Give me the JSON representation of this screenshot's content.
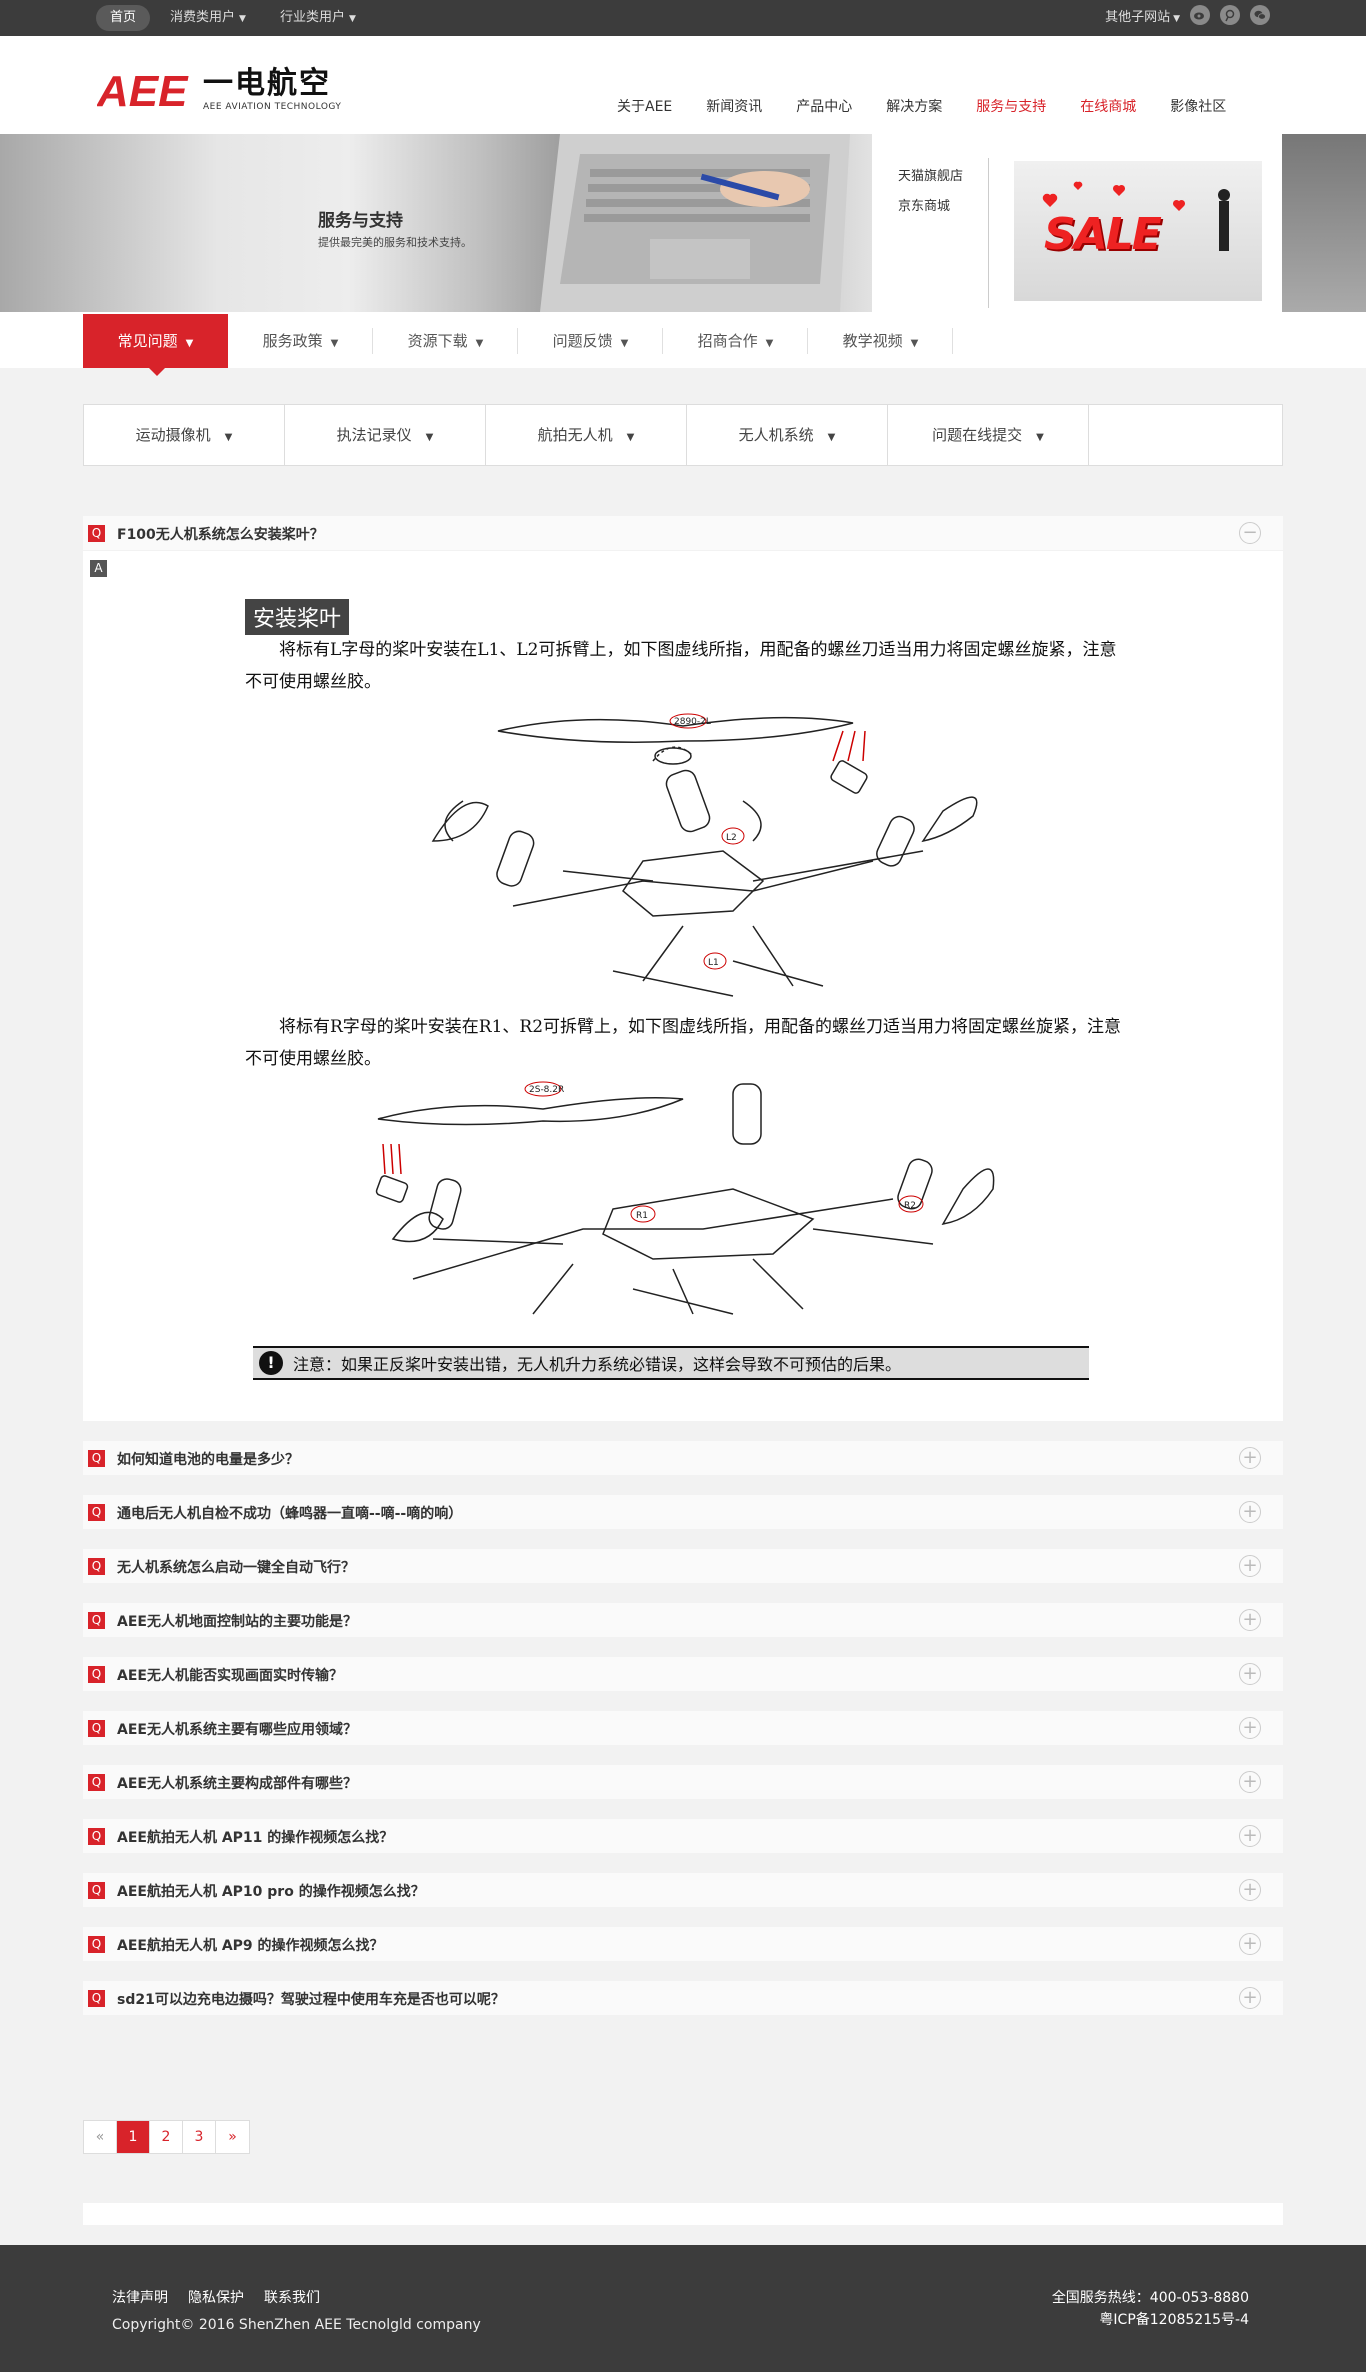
{
  "topbar": {
    "home": "首页",
    "consumer": "消费类用户",
    "industry": "行业类用户",
    "other_sites": "其他子网站"
  },
  "logo": {
    "mark": "AEE",
    "cn": "一电航空",
    "en": "AEE AVIATION TECHNOLOGY"
  },
  "mainnav": [
    "关于AEE",
    "新闻资讯",
    "产品中心",
    "解决方案",
    "服务与支持",
    "在线商城",
    "影像社区"
  ],
  "banner": {
    "title": "服务与支持",
    "subtitle": "提供最完美的服务和技术支持。",
    "links": [
      "天猫旗舰店",
      "京东商城"
    ],
    "sale": "SALE"
  },
  "subnav": [
    "常见问题",
    "服务政策",
    "资源下载",
    "问题反馈",
    "招商合作",
    "教学视频"
  ],
  "categories": [
    "运动摄像机",
    "执法记录仪",
    "航拍无人机",
    "无人机系统",
    "问题在线提交"
  ],
  "faq_open": {
    "badge_q": "Q",
    "badge_a": "A",
    "question": "F100无人机系统怎么安装桨叶？",
    "heading": "安装桨叶",
    "para1": "将标有L字母的桨叶安装在L1、L2可拆臂上，如下图虚线所指，用配备的螺丝刀适当用力将固定螺丝旋紧，注意不可使用螺丝胶。",
    "para2": "将标有R字母的桨叶安装在R1、R2可拆臂上，如下图虚线所指，用配备的螺丝刀适当用力将固定螺丝旋紧，注意不可使用螺丝胶。",
    "diagram1_labels": [
      "2890-2L",
      "L2",
      "L1"
    ],
    "diagram2_labels": [
      "2S-8.2R",
      "R1",
      "R2"
    ],
    "note_icon": "!",
    "note": "注意：如果正反桨叶安装出错，无人机升力系统必错误，这样会导致不可预估的后果。"
  },
  "faq_list": [
    "如何知道电池的电量是多少？",
    "通电后无人机自检不成功（蜂鸣器一直嘀--嘀--嘀的响）",
    "无人机系统怎么启动一键全自动飞行？",
    "AEE无人机地面控制站的主要功能是？",
    "AEE无人机能否实现画面实时传输？",
    "AEE无人机系统主要有哪些应用领域？",
    "AEE无人机系统主要构成部件有哪些？",
    "AEE航拍无人机 AP11 的操作视频怎么找？",
    "AEE航拍无人机 AP10 pro 的操作视频怎么找？",
    "AEE航拍无人机 AP9 的操作视频怎么找？",
    "sd21可以边充电边摄吗？驾驶过程中使用车充是否也可以呢？"
  ],
  "pager": [
    "«",
    "1",
    "2",
    "3",
    "»"
  ],
  "footer": {
    "links": [
      "法律声明",
      "隐私保护",
      "联系我们"
    ],
    "copyright": "Copyright© 2016 ShenZhen AEE Tecnolgld company",
    "hotline": "全国服务热线：400-053-8880",
    "icp": "粤ICP备12085215号-4"
  },
  "colors": {
    "accent": "#d8232a",
    "dark": "#3c3c3c"
  }
}
